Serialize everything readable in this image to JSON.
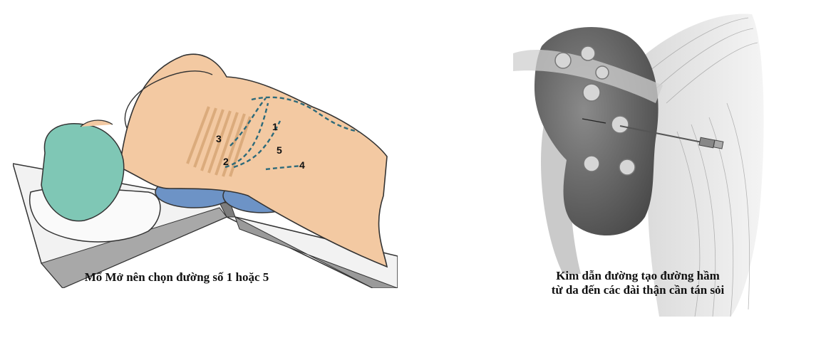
{
  "figures": [
    {
      "id": "left",
      "title": "Patient lateral position with incision lines",
      "caption": "Mổ Mở nên chọn đường số 1 hoặc 5",
      "incision_labels": [
        "1",
        "2",
        "3",
        "4",
        "5"
      ],
      "colors": {
        "skin": "#f3c9a2",
        "skin_shadow": "#e6b48a",
        "ribs": "#d9a878",
        "cap": "#7fc7b5",
        "bolster": "#6d93c6",
        "table_top": "#f2f2f2",
        "table_side": "#9a9a9a",
        "incision": "#2d6a7a"
      }
    },
    {
      "id": "right",
      "title": "Kidney with percutaneous needle access",
      "caption_lines": [
        "Kim dẫn đường tạo đường hầm",
        "từ da đến các đài thận cần tán sỏi"
      ],
      "colors": {
        "kidney": "#6e6e6e",
        "muscle": "#bdbdbd",
        "calyx": "#d6d6d6",
        "needle": "#555555"
      }
    }
  ]
}
